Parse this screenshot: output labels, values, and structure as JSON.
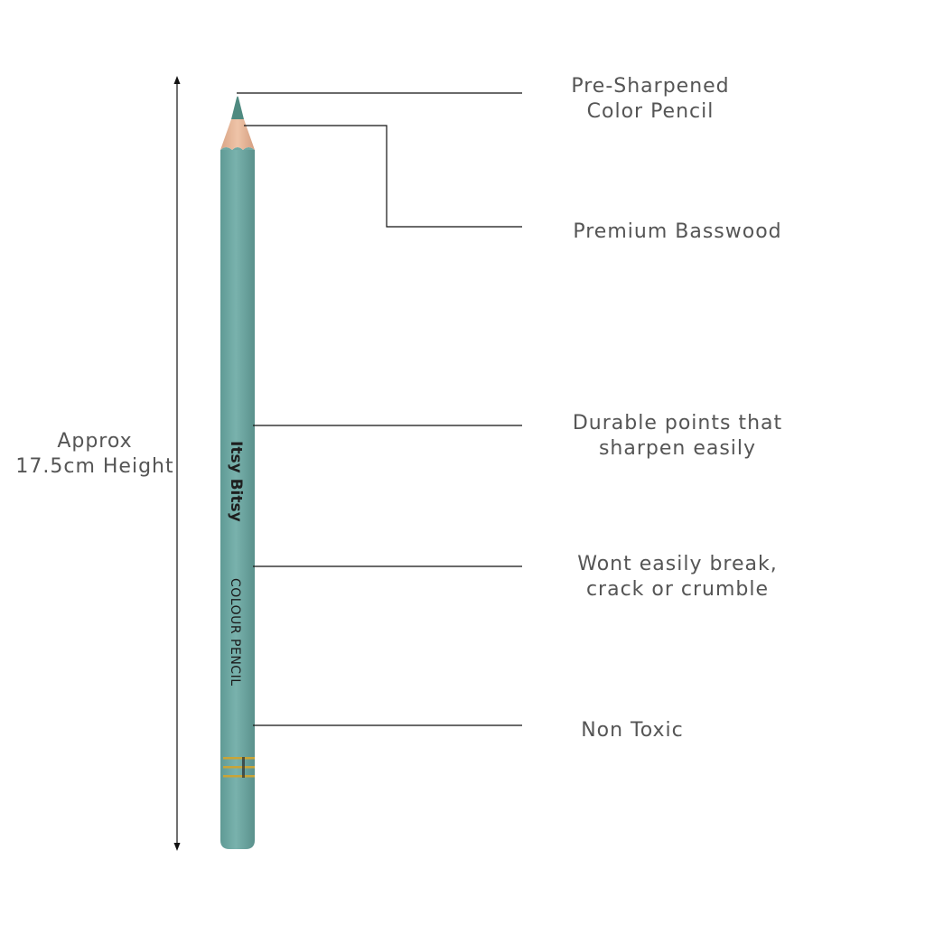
{
  "pencil": {
    "brand": "Itsy Bitsy",
    "product_text": "COLOUR PENCIL",
    "body_color": "#6fa8a3",
    "wood_color": "#e8b89a",
    "lead_color": "#4f8a80",
    "band_color": "#c9a437"
  },
  "callouts": [
    {
      "id": "presharpened",
      "lines": [
        "Pre-Sharpened",
        "Color Pencil"
      ]
    },
    {
      "id": "basswood",
      "lines": [
        "Premium Basswood"
      ]
    },
    {
      "id": "durable",
      "lines": [
        "Durable points that",
        "sharpen easily"
      ]
    },
    {
      "id": "break",
      "lines": [
        "Wont easily break,",
        "crack or crumble"
      ]
    },
    {
      "id": "nontoxic",
      "lines": [
        "Non Toxic"
      ]
    }
  ],
  "height_label": {
    "lines": [
      "Approx",
      "17.5cm Height"
    ]
  },
  "colors": {
    "text": "#555555",
    "line": "#111111"
  }
}
